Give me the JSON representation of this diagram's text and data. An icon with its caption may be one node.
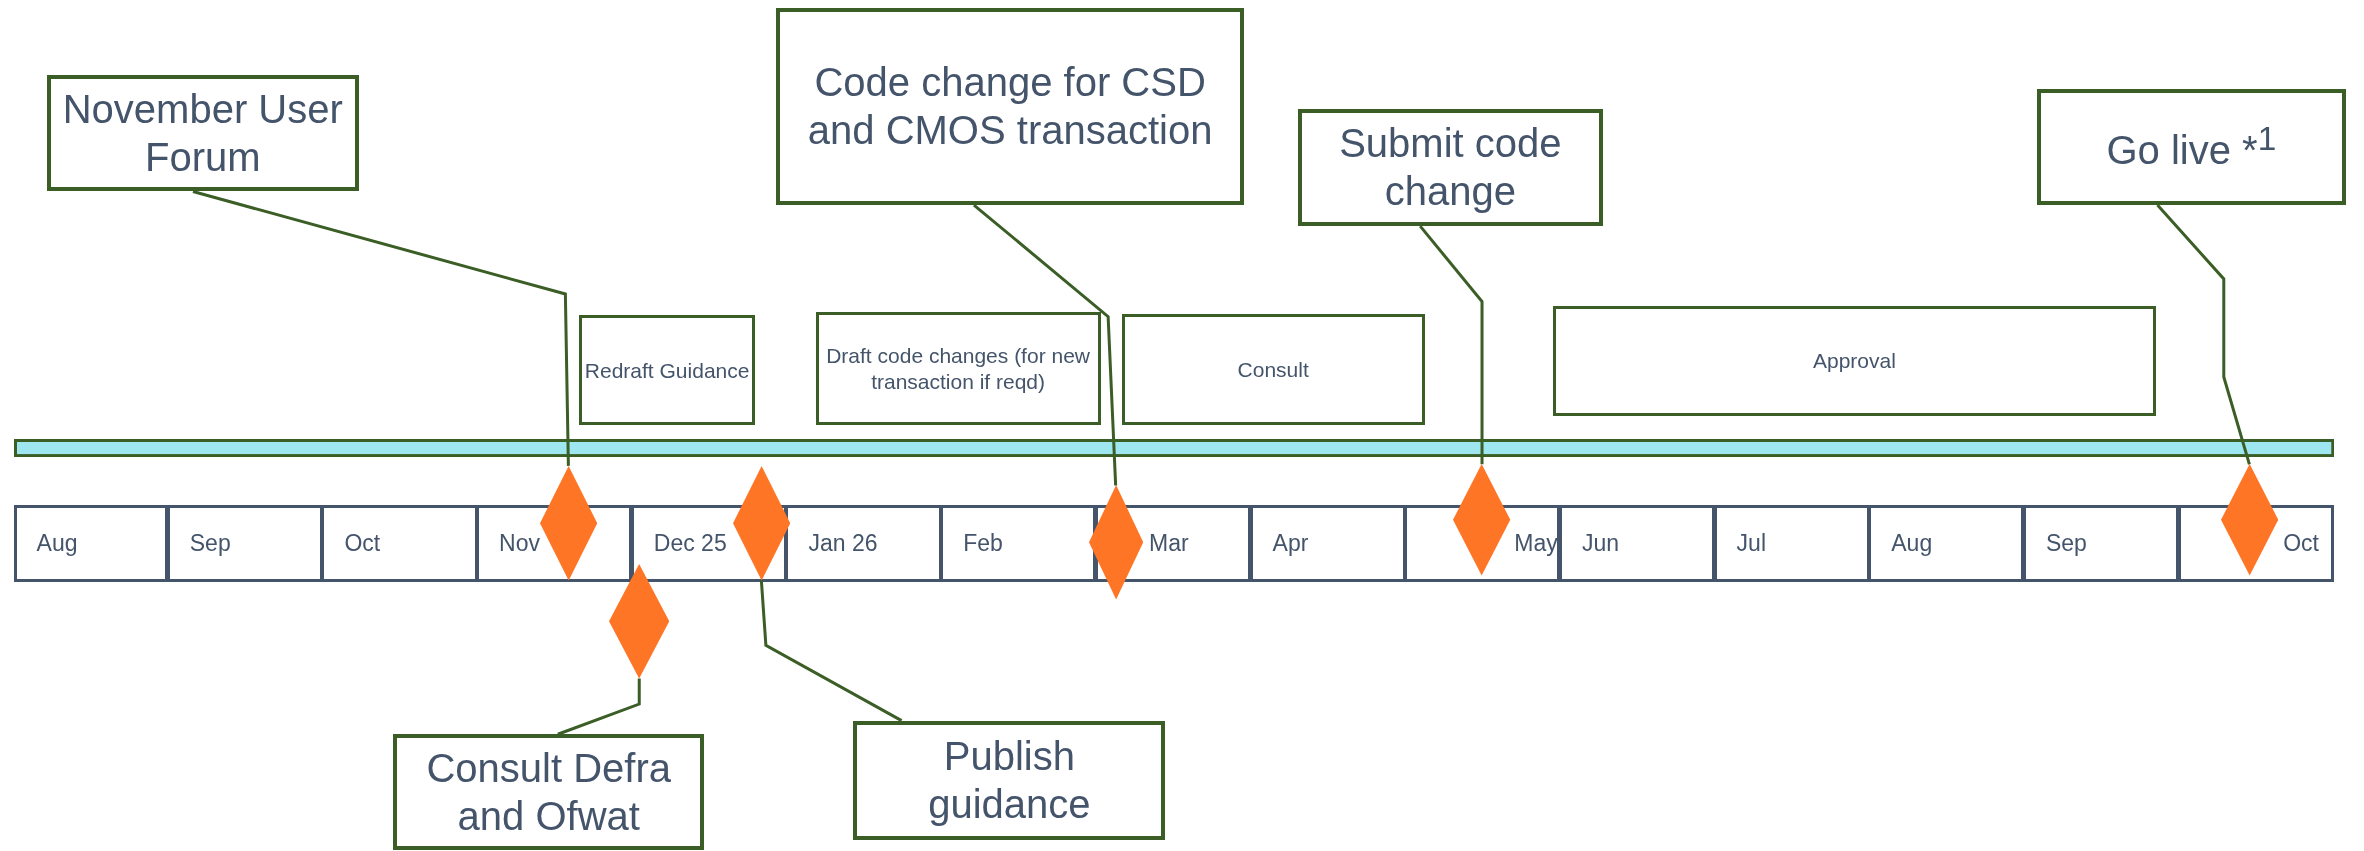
{
  "diagram": {
    "nodes": [
      {
        "text": [
          "November User Forum"
        ]
      },
      {
        "text": [
          "Code change for CSD and CMOS transaction"
        ]
      },
      {
        "text": [
          "Submit code change"
        ]
      },
      {
        "text": [
          "Go live *$^{1}$"
        ]
      },
      {
        "text": [
          "Redraft Guidance"
        ]
      },
      {
        "text": [
          "Draft code changes (for new transaction if reqd)"
        ]
      },
      {
        "text": [
          "Consult"
        ]
      },
      {
        "text": [
          "Approval"
        ]
      },
      {
        "text": [],
        "shape": "diamond"
      },
      {
        "text": [],
        "shape": "diamond"
      },
      {
        "text": [],
        "shape": "diamond"
      },
      {
        "text": [],
        "shape": "diamond"
      },
      {
        "text": [],
        "shape": "diamond"
      },
      {
        "text": [],
        "shape": "diamond"
      },
      {
        "text": [
          "Consult Defra and Ofwat"
        ]
      },
      {
        "text": [
          "Publish guidance"
        ]
      },
      {
        "text": [],
        "shape": "bar"
      }
    ],
    "edges": [
      {
        "from": 0,
        "to": 8,
        "arrow": "none"
      },
      {
        "from": 1,
        "to": 11,
        "arrow": "none"
      },
      {
        "from": 2,
        "to": 12,
        "arrow": "none"
      },
      {
        "from": 3,
        "to": 13,
        "arrow": "none"
      },
      {
        "from": 14,
        "to": 9,
        "arrow": "none"
      },
      {
        "from": 15,
        "to": 10,
        "arrow": "none"
      }
    ],
    "labels": [
      "Aug",
      "Sep",
      "Oct",
      "Nov",
      "Dec 25",
      "Jan 26",
      "Feb",
      "Mar",
      "Apr",
      "May",
      "Jun",
      "Jul",
      "Aug",
      "Sep",
      "Oct"
    ]
  }
}
